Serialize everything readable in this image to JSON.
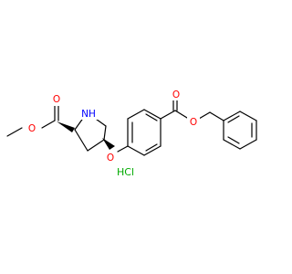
{
  "molecule": {
    "atoms": {
      "ester_o_single": "O",
      "ester_o_double": "O",
      "ring_nh": "NH",
      "ether_o": "O",
      "benzoate_o_double": "O",
      "benzoate_o_single": "O"
    },
    "salt_label": "HCl"
  },
  "colors": {
    "bond": "#000000",
    "oxygen": "#ff0000",
    "nitrogen": "#0000ff",
    "chlorine": "#00aa00",
    "background": "#ffffff"
  }
}
